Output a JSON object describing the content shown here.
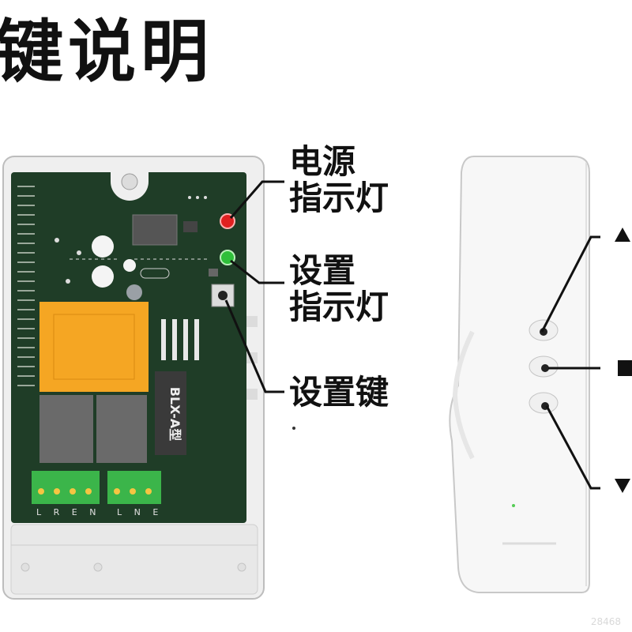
{
  "title": "键说明",
  "labels": {
    "power_indicator": [
      "电源",
      "指示灯"
    ],
    "setting_indicator": [
      "设置",
      "指示灯"
    ],
    "setting_key": "设置键"
  },
  "board": {
    "model_text": "BLX-A型",
    "terminal_left": "L R E N",
    "terminal_right": "L N E"
  },
  "colors": {
    "pcb": "#1f3d27",
    "relay": "#f5a623",
    "terminal": "#3bb54a",
    "led_red": "#e02020",
    "led_green": "#2fbf3a",
    "case": "#f2f2f2"
  },
  "watermark": "28468"
}
